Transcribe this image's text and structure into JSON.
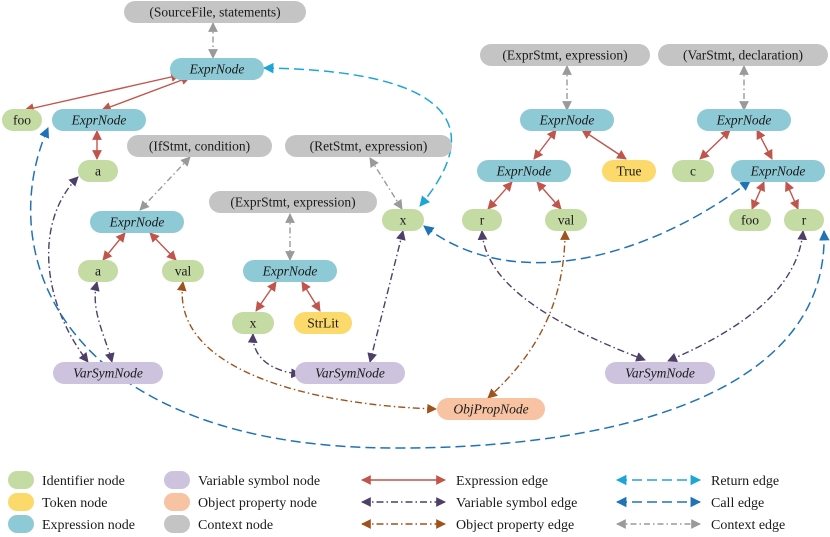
{
  "colors": {
    "identifier": "#c5dba4",
    "token": "#fcd96b",
    "expression": "#8ecad6",
    "variable_symbol": "#cdc3de",
    "object_property": "#f7c3a3",
    "context": "#c4c4c4",
    "expression_edge": "#c1554c",
    "variable_symbol_edge": "#4e3f6a",
    "object_property_edge": "#a0521d",
    "return_edge": "#1ea5d8",
    "call_edge": "#1f73b7",
    "context_edge": "#9a9a9a"
  },
  "nodes": {
    "ctx_sourcefile": "(SourceFile, statements)",
    "expr_top": "ExprNode",
    "id_foo_left": "foo",
    "expr_left": "ExprNode",
    "id_a_top": "a",
    "ctx_ifstmt": "(IfStmt, condition)",
    "expr_if": "ExprNode",
    "id_a_if": "a",
    "id_val_if": "val",
    "varsym_left": "VarSymNode",
    "ctx_retstmt": "(RetStmt, expression)",
    "id_x_ret": "x",
    "ctx_exprstmt_mid": "(ExprStmt, expression)",
    "expr_mid": "ExprNode",
    "id_x_mid": "x",
    "tok_strlit": "StrLit",
    "varsym_mid": "VarSymNode",
    "objprop": "ObjPropNode",
    "ctx_exprstmt_right": "(ExprStmt, expression)",
    "expr_r1": "ExprNode",
    "expr_r2": "ExprNode",
    "tok_true": "True",
    "id_r_r": "r",
    "id_val_r": "val",
    "ctx_varstmt": "(VarStmt, declaration)",
    "expr_v1": "ExprNode",
    "id_c": "c",
    "expr_v2": "ExprNode",
    "id_foo_v": "foo",
    "id_r_v": "r",
    "varsym_right": "VarSymNode"
  },
  "legend": {
    "identifier_node": "Identifier node",
    "token_node": "Token node",
    "expression_node": "Expression node",
    "variable_symbol_node": "Variable symbol node",
    "object_property_node": "Object property node",
    "context_node": "Context node",
    "expression_edge": "Expression edge",
    "variable_symbol_edge": "Variable symbol edge",
    "object_property_edge": "Object property edge",
    "return_edge": "Return edge",
    "call_edge": "Call edge",
    "context_edge": "Context edge"
  }
}
